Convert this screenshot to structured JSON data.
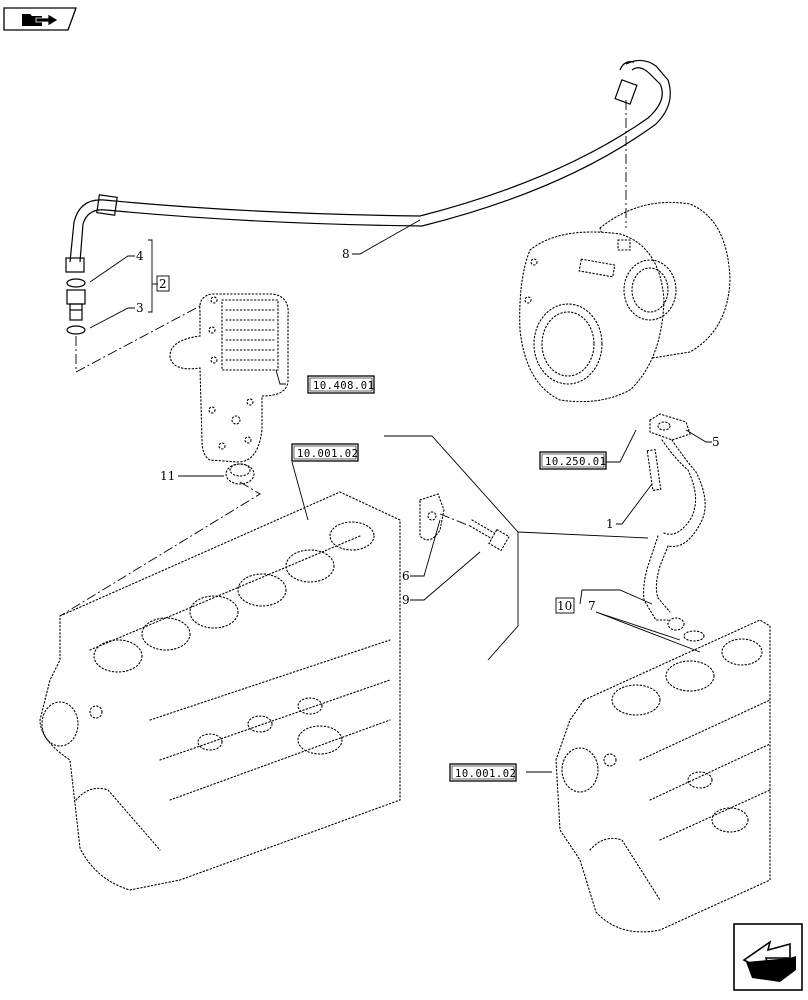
{
  "callouts": {
    "ref_1": "1",
    "ref_2": "2",
    "ref_3": "3",
    "ref_4": "4",
    "ref_5": "5",
    "ref_6": "6",
    "ref_7": "7",
    "ref_8": "8",
    "ref_9": "9",
    "ref_10": "10",
    "ref_11": "11"
  },
  "references": {
    "oil_cooler": "10.408.01",
    "block_left": "10.001.02",
    "turbo": "10.250.01",
    "block_right": "10.001.02"
  },
  "icons": {
    "top_left": "folder-arrow-icon",
    "bottom_right": "arrow-left-down-icon"
  }
}
